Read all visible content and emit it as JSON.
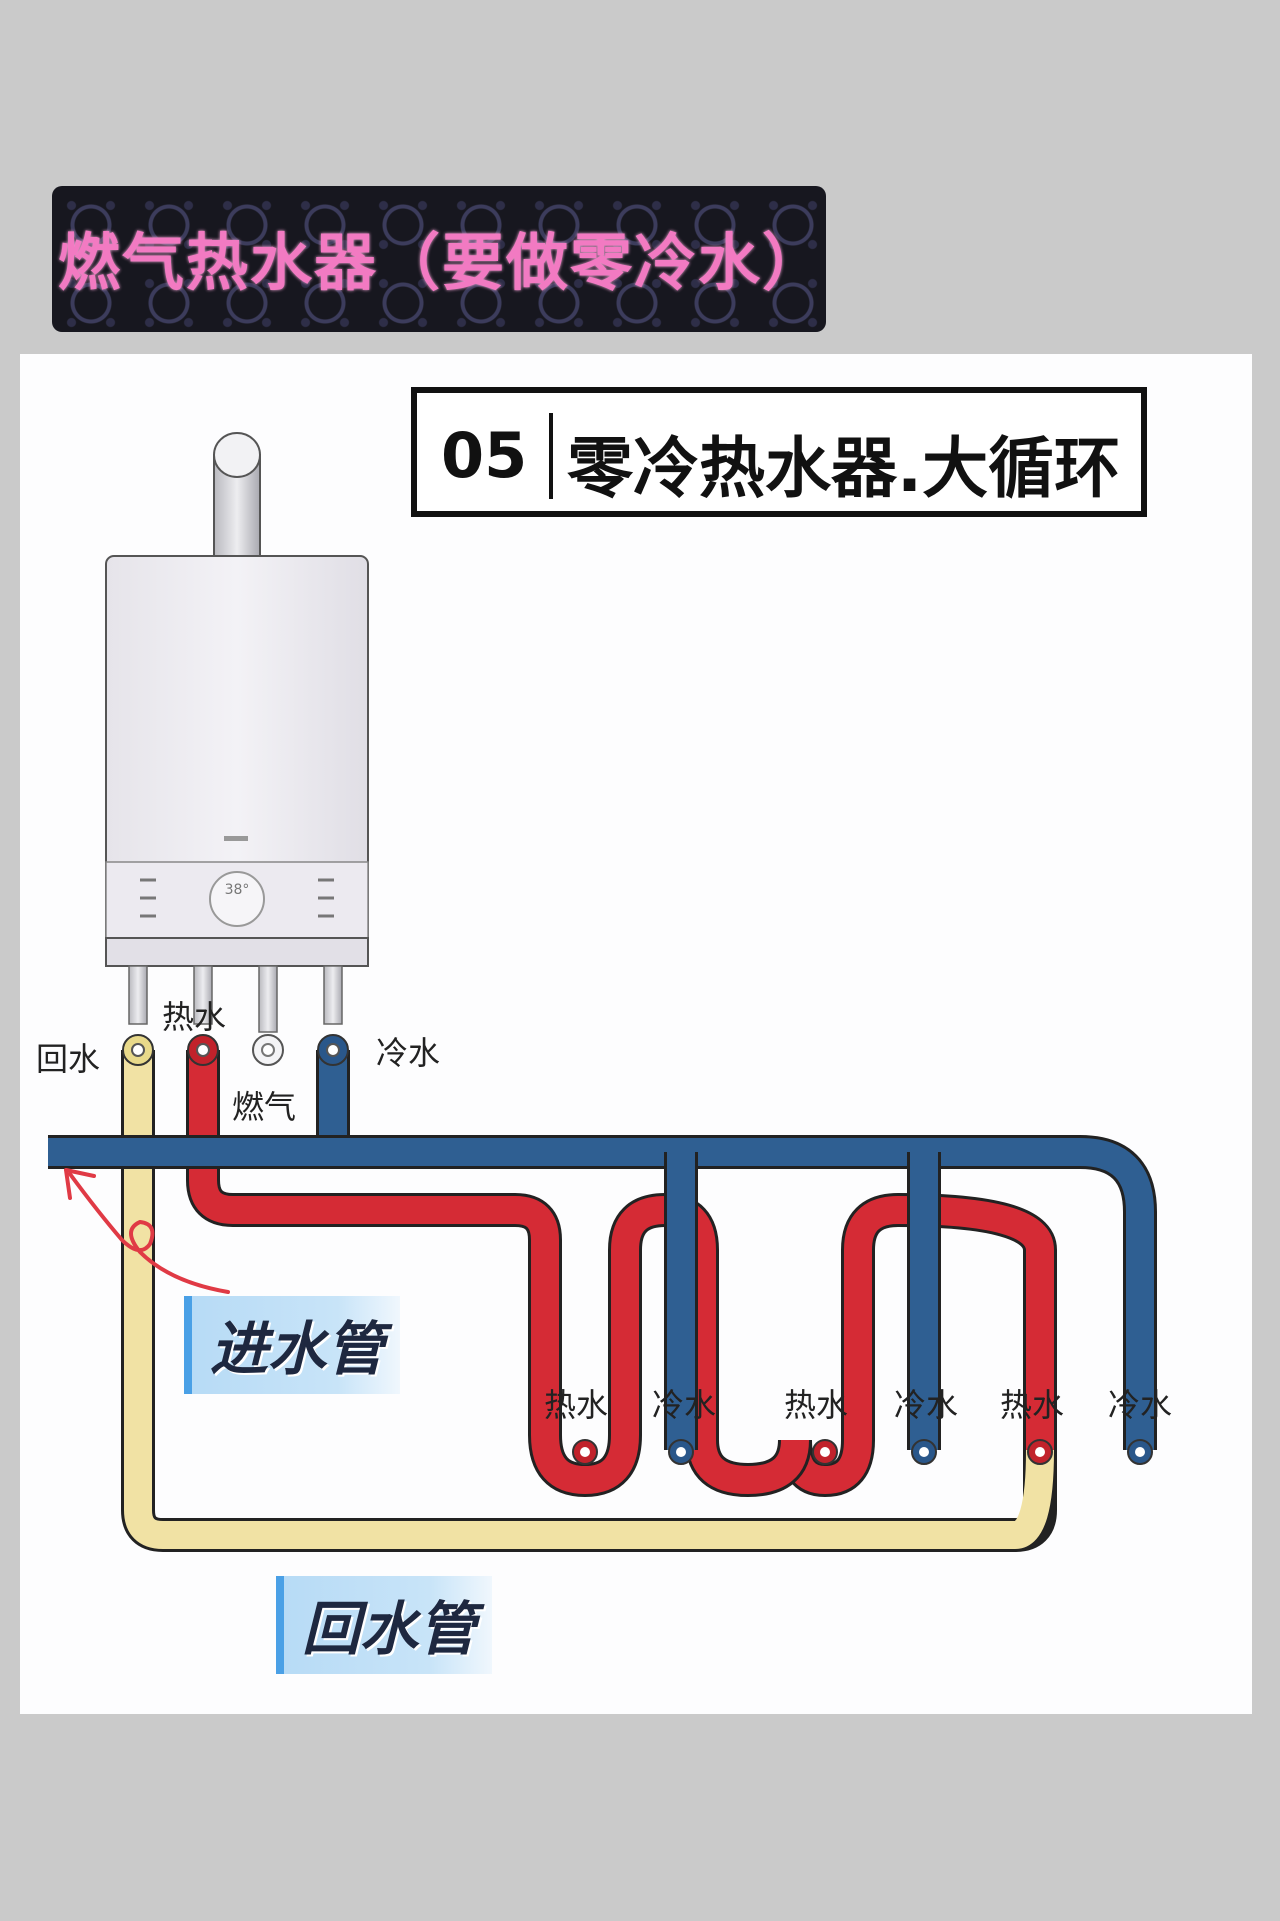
{
  "banner": {
    "title": "燃气热水器（要做零冷水）"
  },
  "heading": {
    "number": "05",
    "text": "零冷热水器.大循环"
  },
  "heater": {
    "display_value": "38°"
  },
  "labels": {
    "return_water": "回水",
    "hot_water": "热水",
    "gas": "燃气",
    "cold_water": "冷水"
  },
  "outlets": [
    {
      "hot": "热水",
      "cold": "冷水"
    },
    {
      "hot": "热水",
      "cold": "冷水"
    },
    {
      "hot": "热水",
      "cold": "冷水"
    }
  ],
  "tags": {
    "inlet": "进水管",
    "return": "回水管"
  },
  "colors": {
    "hot_pipe": "#d52b35",
    "cold_pipe": "#2f5f92",
    "return_pipe": "#f1e2a4",
    "arrow": "#e03a45",
    "tag_bg": "#bfe0f7"
  }
}
